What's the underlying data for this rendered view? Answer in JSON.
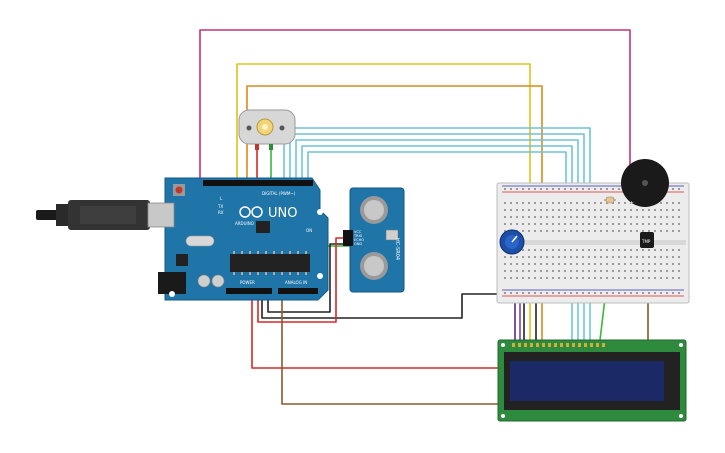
{
  "arduino": {
    "board_label": "UNO",
    "brand_label": "ARDUINO",
    "header_digital": "DIGITAL (PWM~)",
    "header_power": "POWER",
    "header_analog": "ANALOG IN",
    "tx_label": "TX",
    "rx_label": "RX",
    "l_label": "L",
    "on_label": "ON"
  },
  "ultrasonic": {
    "model_label": "HC-SR04",
    "pin_vcc": "VCC",
    "pin_trig": "TRIG",
    "pin_echo": "ECHO",
    "pin_gnd": "GND"
  },
  "temp_sensor": {
    "label": "TMP"
  },
  "colors": {
    "arduino_blue": "#1f74a8",
    "pcb_green": "#2e8b3e",
    "lcd_screen": "#1b2a66",
    "breadboard": "#ececec",
    "wire_magenta": "#c2337a",
    "wire_yellow": "#e0c21a",
    "wire_orange": "#d98a1d",
    "wire_cyan": "#6ec4d6",
    "wire_green": "#39b83a",
    "wire_red": "#d62828",
    "wire_black": "#222222",
    "wire_brown": "#8b5a2b",
    "wire_purple": "#7b3fa6"
  },
  "icons": [
    "usb-cable-icon",
    "dc-motor-icon",
    "buzzer-icon",
    "potentiometer-icon",
    "resistor-icon"
  ]
}
